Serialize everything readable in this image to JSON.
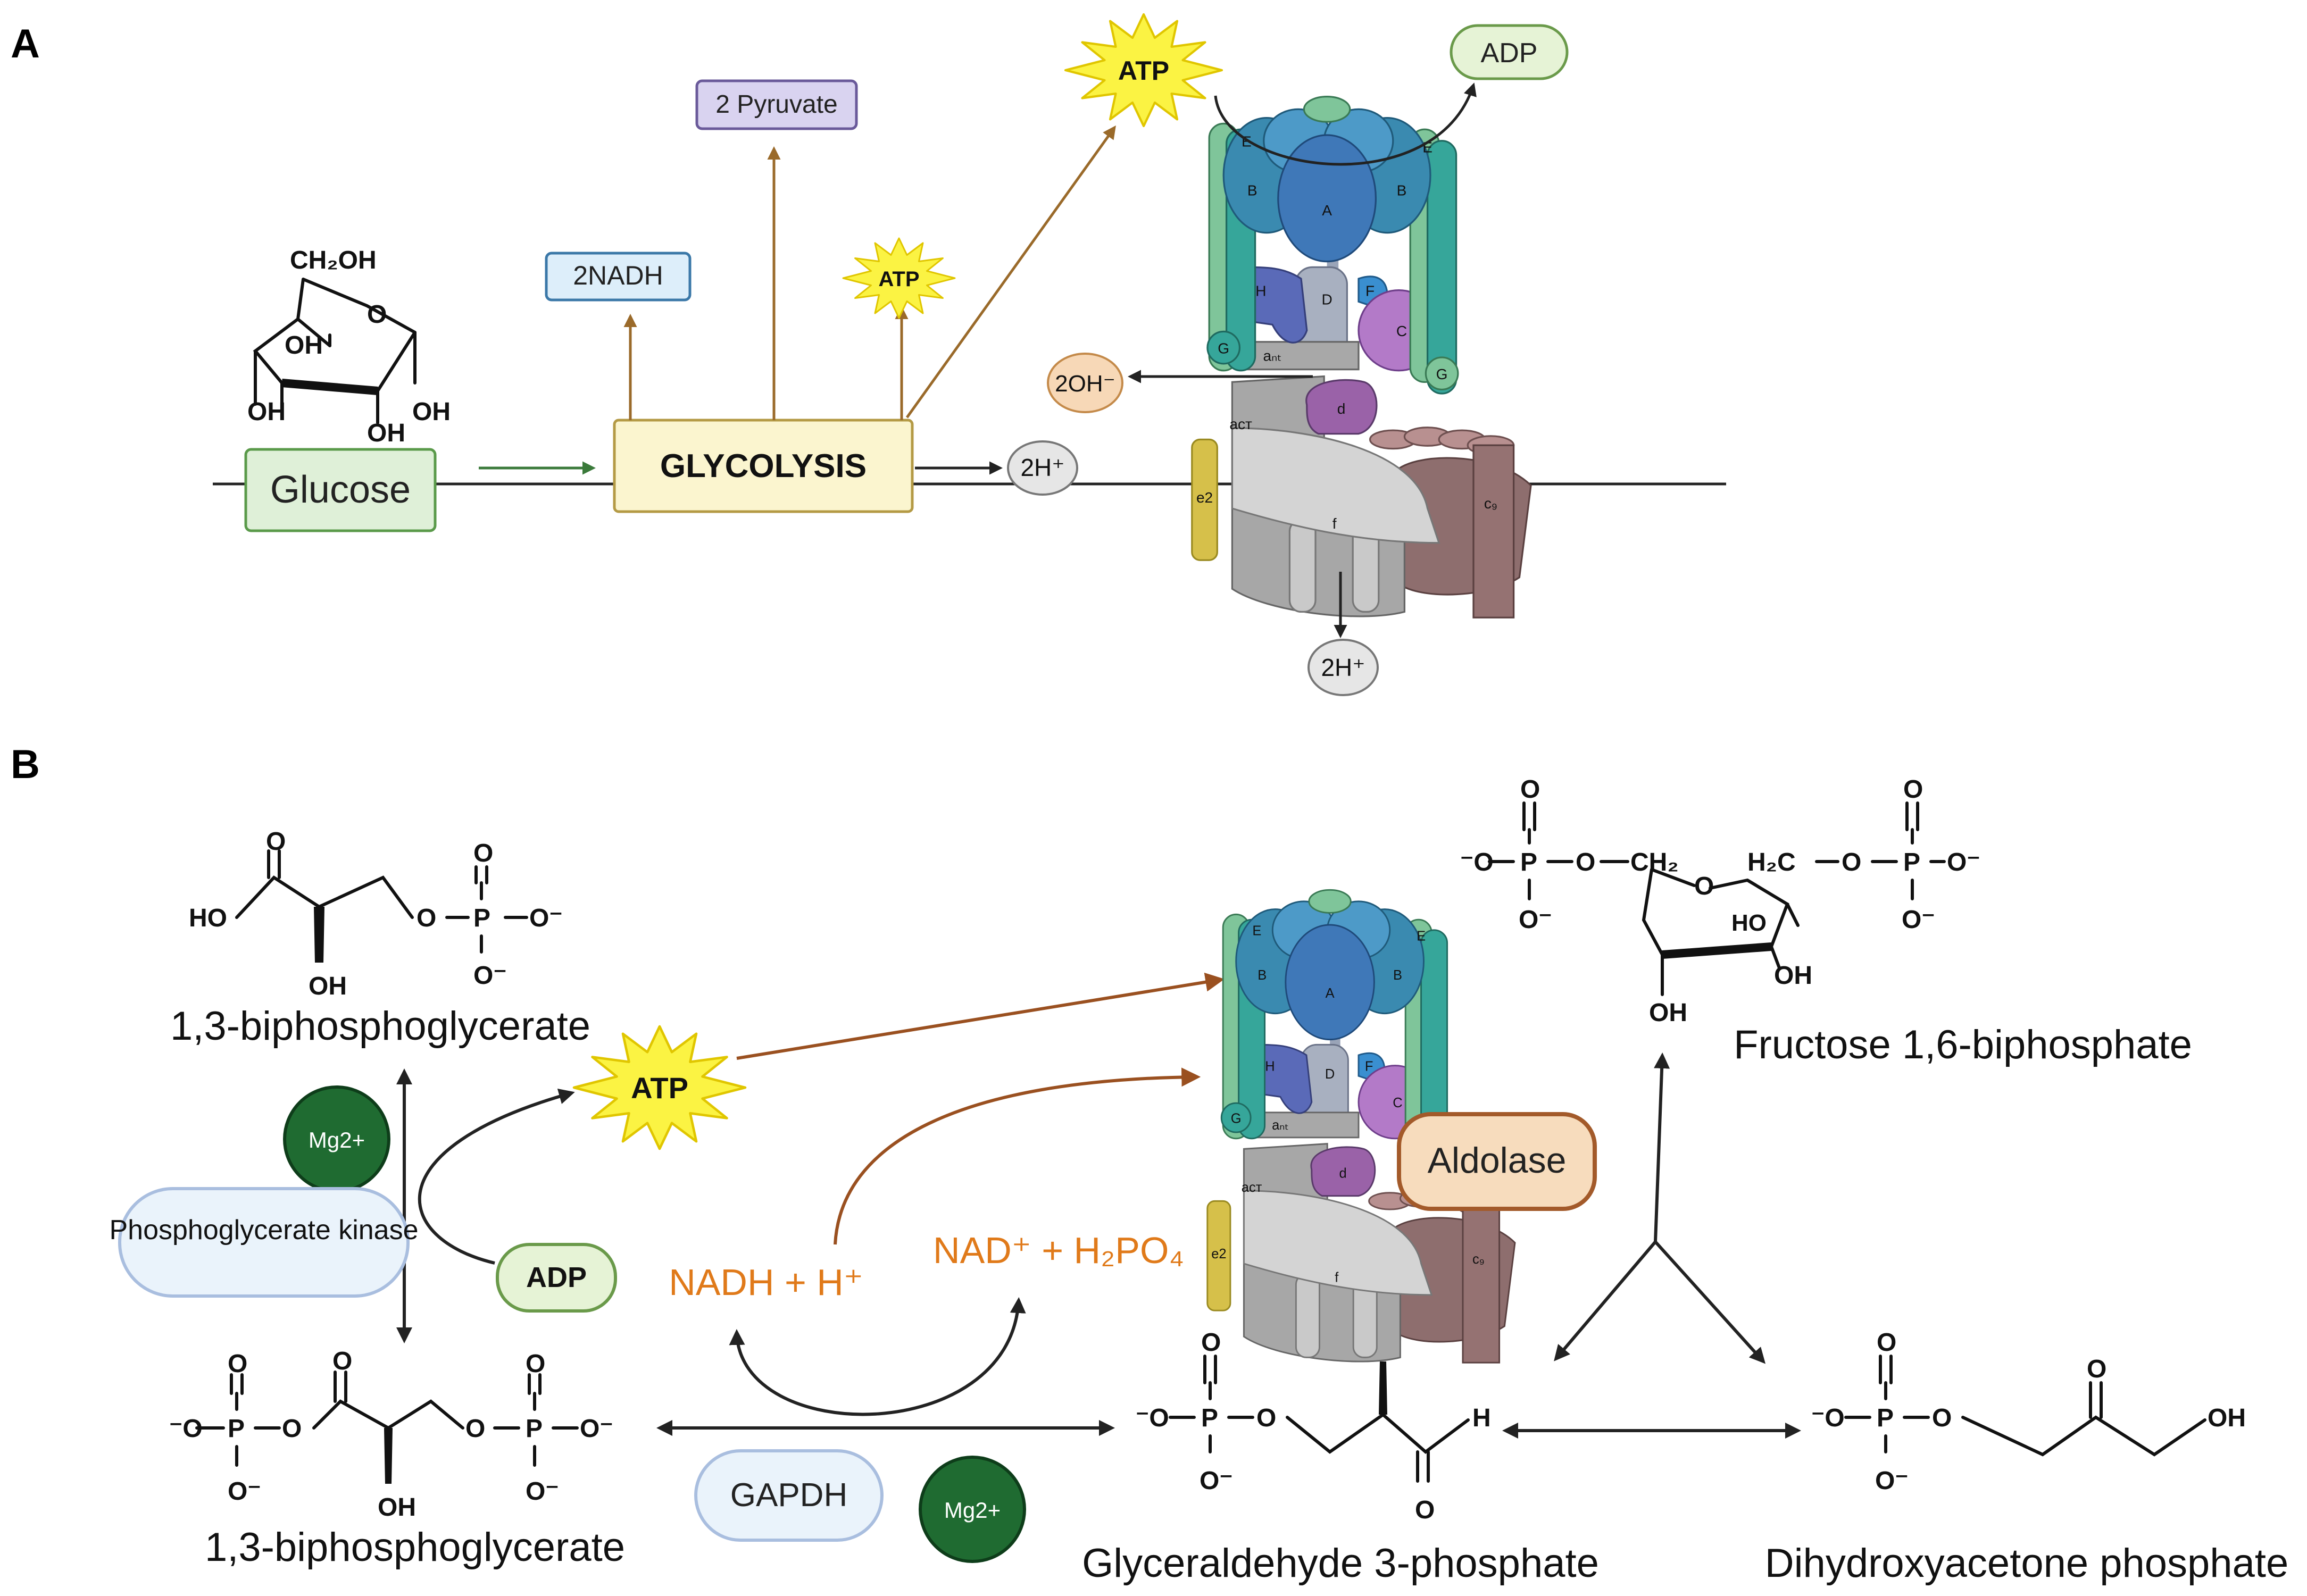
{
  "panels": {
    "a": "A",
    "b": "B"
  },
  "panel_a": {
    "glucose": "Glucose",
    "glucose_structure": {
      "ch2oh": "CH₂OH",
      "ring_o": "O",
      "oh": "OH"
    },
    "glycolysis": "GLYCOLYSIS",
    "nadh": "2NADH",
    "pyruvate": "2 Pyruvate",
    "atp_small": "ATP",
    "atp_top": "ATP",
    "adp": "ADP",
    "oh_ion": "2OH⁻",
    "proton_left": "2H⁺",
    "proton_bottom": "2H⁺"
  },
  "atpase_subunits": {
    "A": "A",
    "B": "B",
    "C": "C",
    "D": "D",
    "E": "E",
    "F": "F",
    "G": "G",
    "H": "H",
    "a_nt": "aₙₜ",
    "a_ct": "aᴄᴛ",
    "d": "d",
    "e2": "e2",
    "f": "f",
    "c9": "c₉"
  },
  "panel_b": {
    "bpg_top_label": "1,3-biphosphoglycerate",
    "bpg_bottom_label": "1,3-biphosphoglycerate",
    "g3p_label": "Glyceraldehyde 3-phosphate",
    "dhap_label": "Dihydroxyacetone phosphate",
    "f16bp_label": "Fructose 1,6-biphosphate",
    "atp": "ATP",
    "adp": "ADP",
    "mg_top": "Mg2+",
    "mg_bottom": "Mg2+",
    "pgk": "Phosphoglycerate kinase",
    "gapdh": "GAPDH",
    "aldolase": "Aldolase",
    "nadh_h": "NADH + H⁺",
    "nad_hpo4": "NAD⁺ + H₂PO₄",
    "atoms": {
      "O": "O",
      "P": "P",
      "OH": "OH",
      "HO": "HO",
      "H": "H",
      "O_minus": "O⁻",
      "minus_O": "⁻O",
      "CH2": "CH₂",
      "H2C": "H₂C"
    }
  },
  "colors": {
    "glucose_fill": "#dff0d8",
    "glucose_border": "#5a9a4a",
    "glycolysis_fill": "#fbf5cf",
    "glycolysis_border": "#b49a45",
    "nadh_fill": "#ddeefa",
    "nadh_border": "#3b78a8",
    "pyruvate_fill": "#d9d3f0",
    "pyruvate_border": "#6a5a9a",
    "atp_star": "#fbf343",
    "atp_star_border": "#e0c600",
    "adp_fill": "#e6f3d6",
    "adp_border": "#6a9a4a",
    "oh_fill": "#f7d8b7",
    "oh_border": "#c48a4a",
    "proton_fill": "#e6e6e6",
    "proton_border": "#777777",
    "brown_arrow": "#9a6a2a",
    "green_arrow": "#3a7a3a",
    "orange_text": "#e07a1a",
    "mg_fill": "#1f6b31",
    "enzyme_fill": "#eaf3fb",
    "enzyme_border": "#a9bedf",
    "aldolase_fill": "#f7dcbd",
    "aldolase_border": "#a35a2a"
  }
}
